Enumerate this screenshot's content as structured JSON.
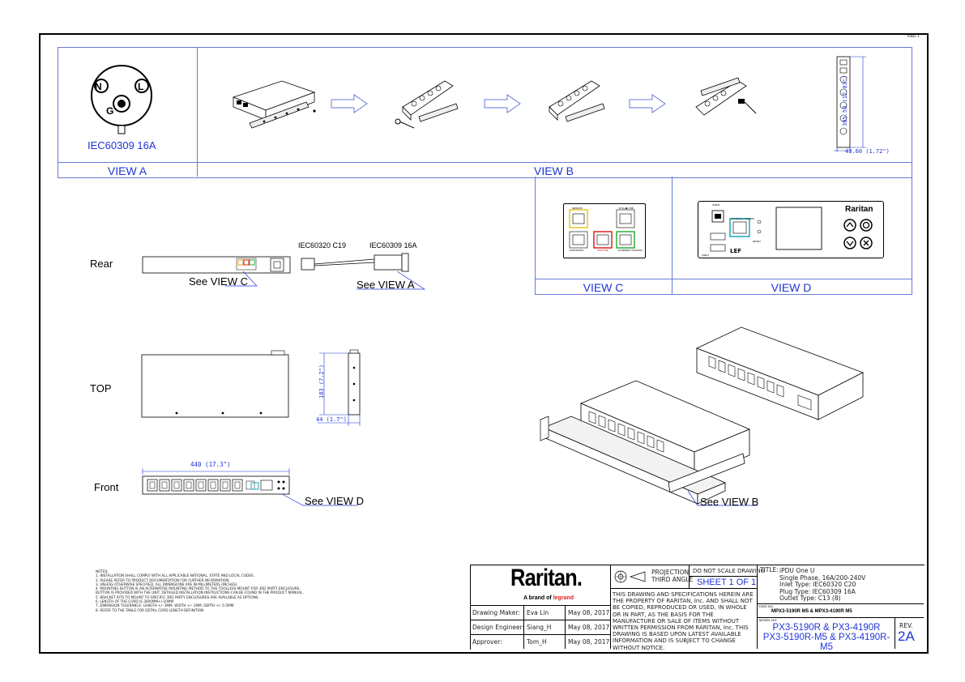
{
  "corner_code": "A3EQ-1",
  "views": {
    "view_a": {
      "label": "VIEW A",
      "plug_caption": "IEC60309 16A",
      "pins": {
        "n": "N",
        "l": "L",
        "g": "G"
      }
    },
    "view_b": {
      "label": "VIEW B",
      "dims": {
        "height": "305.50 (12.03\")",
        "width": "43.60 (1.72\")"
      }
    },
    "view_c": {
      "label": "VIEW C",
      "ports": {
        "sensor": "SENSOR",
        "feature": "FEATURE",
        "usb": "ETH ON/USB",
        "expansion": "EXPANSION",
        "ethernet": "ETHERNET 100/1000",
        "eth_top": "ETH+▣ USB"
      }
    },
    "view_d": {
      "label": "VIEW D",
      "brand": "Raritan",
      "ports": {
        "usb_a": "USB-B",
        "console": "CONSOLE / MODEM",
        "usb1": "USB-A",
        "reset": "RESET"
      }
    }
  },
  "rear": {
    "label": "Rear",
    "see_view_c": "See VIEW C",
    "see_view_a": "See VIEW A",
    "c19": "IEC60320 C19",
    "iec16": "IEC60309 16A"
  },
  "top": {
    "label": "TOP",
    "height_dim": "183 (7.2\")",
    "depth_dim": "44 (1.7\")"
  },
  "front": {
    "label": "Front",
    "width_dim": "440 (17.3\")",
    "see_view_d": "See VIEW D"
  },
  "iso": {
    "see_view_b": "See VIEW B"
  },
  "notes": {
    "title": "NOTES:",
    "lines": [
      "1. INSTALLATION SHALL COMPLY WITH ALL APPLICABLE NATIONAL, STATE AND LOCAL CODES.",
      "2. PLEASE REFER TO PRODUCT DOCUMENTATION FOR FURTHER INFORMATION.",
      "3. UNLESS OTHERWISE SPECIFIED, ALL DIMENSIONS ARE IN MILLIMETERS (INCHES).",
      "4. MOUNTING BUTTON IS AN ALTERNATIVE MOUNTING METHOD TO THE TOOLLESS MOUNT FOR 3RD PARTY ENCLOSURE.",
      "   BUTTON IS PROVIDED WITH THE UNIT. DETAILED INSTALLATION INSTRUCTIONS CAN BE FOUND IN THE PRODUCT MANUAL.",
      "5. BRACKET KITS TO MOUNT TO SPECIFIC 3RD PARTY ENCLOSURES ARE AVAILABLE AS OPTIONS.",
      "6. LENGTH OF THE CORD IS 3000MM+/-10MM",
      "7. DIMENSION TOLERANCE: LENGTH +/- 3MM, WIDTH +/- 1MM, DEPTH +/- 0.5MM",
      "8. REFER TO THE TABLE FOR DETAIL CORD LENGTH DEFINITION"
    ]
  },
  "title_block": {
    "logo": "Raritan.",
    "logo_sub_prefix": "A brand of",
    "logo_sub_brand": "legrand",
    "people": [
      {
        "role": "Drawing Maker:",
        "name": "Eva Lin",
        "date": "May 08, 2017"
      },
      {
        "role": "Design Engineer:",
        "name": "Siang_H",
        "date": "May 08, 2017"
      },
      {
        "role": "Approver:",
        "name": "Tom_H",
        "date": "May 08, 2017"
      }
    ],
    "projection": "PROJECTION",
    "third_angle": "THIRD ANGLE",
    "do_not_scale": "DO NOT SCALE DRAWING",
    "sheet": "SHEET 1 OF 1",
    "disclaimer": "THIS DRAWING AND SPECIFICATIONS HEREIN ARE THE PROPERTY OF RARITAN, Inc. AND SHALL NOT BE COPIED, REPRODUCED OR USED, IN WHOLE OR IN PART, AS THE BASIS FOR THE MANUFACTURE OR SALE OF ITEMS WITHOUT WRITTEN PERMISSION FROM RARITAN, Inc. THIS DRAWING IS BASED UPON LATEST AVAILABLE INFORMATION AND IS SUBJECT TO CHANGE WITHOUT NOTICE.",
    "title_label": "TITLE:",
    "title_lines": [
      "iPDU One U",
      "Single Phase, 16A/200-240V",
      "Inlet Type: IEC60320 C20",
      "Plug Type: IEC60309 16A",
      "Outlet Type: C13 (8)"
    ],
    "dwg_label": "DWG NO.",
    "dwg_no": "MPX3-5190R M5 & MPX3-4190R M5",
    "model_label": "MODEL NO.",
    "model_lines": [
      "PX3-5190R & PX3-4190R",
      "PX3-5190R-M5 & PX3-4190R-M5"
    ],
    "rev_label": "REV.",
    "rev": "2A"
  },
  "colors": {
    "blue": "#1f35d6",
    "orange": "#e8a020",
    "red": "#e02020",
    "green": "#2fae3a",
    "teal": "#19a8b5"
  }
}
